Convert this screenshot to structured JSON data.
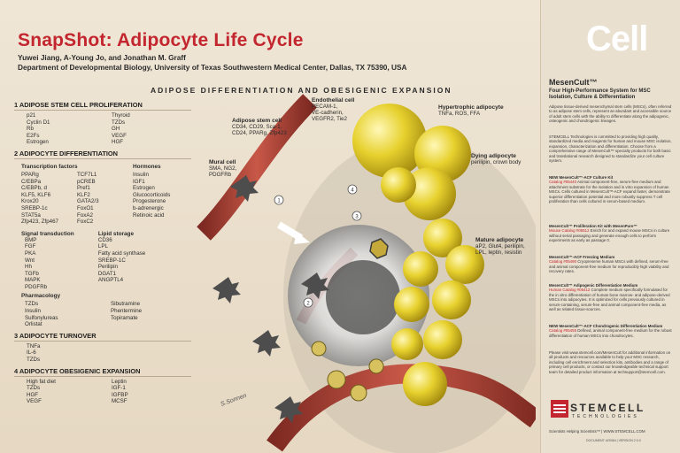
{
  "header": {
    "title": "SnapShot: Adipocyte Life Cycle",
    "authors": "Yuwei Jiang, A-Young Jo, and Jonathan M. Graff",
    "affiliation": "Department of Developmental Biology, University of Texas Southwestern Medical Center, Dallas, TX 75390, USA"
  },
  "banner": "ADIPOSE DIFFERENTIATION AND OBESIGENIC EXPANSION",
  "sections": {
    "s1": {
      "title": "1  ADIPOSE STEM CELL PROLIFERATION",
      "col1": [
        "p21",
        "Cyclin D1",
        "Rb",
        "E2Fs",
        "Estrogen"
      ],
      "col2": [
        "Thyroid",
        "TZDs",
        "GH",
        "VEGF",
        "HGF"
      ]
    },
    "s2": {
      "title": "2  ADIPOCYTE DIFFERENTIATION",
      "tf_head": "Transcription factors",
      "tf_col1": [
        "PPARg",
        "C/EBPa",
        "C/EBPb, d",
        "KLF5, KLF6",
        "Krox20",
        "SREBP-1c",
        "STAT5a",
        "Zfp423, Zfp467"
      ],
      "tf_col2": [
        "TCF7L1",
        "pCREB",
        "Pref1",
        "KLF2",
        "GATA2/3",
        "FoxO1",
        "FoxA2",
        "FoxC2"
      ],
      "horm_head": "Hormones",
      "horm": [
        "Insulin",
        "IGF1",
        "Estrogen",
        "Glucocorticoids",
        "Progesterone",
        "b-adrenergic",
        "Retinoic acid"
      ],
      "sig_head": "Signal transduction",
      "sig": [
        "BMP",
        "FGF",
        "PKA",
        "Wnt",
        "Hh",
        "TGFb",
        "MAPK",
        "PDGFRb"
      ],
      "lipid_head": "Lipid storage",
      "lipid": [
        "CD36",
        "LPL",
        "Fatty acid synthase",
        "SREBP-1C",
        "Perilipin",
        "DGAT1",
        "ANGPTL4"
      ],
      "pharm_head": "Pharmacology",
      "pharm_col1": [
        "TZDs",
        "Insulin",
        "Sulfonylureas",
        "Orlistat"
      ],
      "pharm_col2": [
        "Sibutramine",
        "Phentermine",
        "Topiramate"
      ]
    },
    "s3": {
      "title": "3  ADIPOCYTE TURNOVER",
      "items": [
        "TNFa",
        "IL-6",
        "TZDs"
      ]
    },
    "s4": {
      "title": "4  ADIPOCYTE OBESIGENIC EXPANSION",
      "col1": [
        "High fat diet",
        "TZDs",
        "HGF",
        "VEGF"
      ],
      "col2": [
        "Leptin",
        "IGF-1",
        "IGFBP",
        "MCSF"
      ]
    }
  },
  "figure_labels": {
    "endothelial": {
      "title": "Endothelial cell",
      "lines": [
        "PECAM-1,",
        "VE-cadherin,",
        "VEGFR2, Tie2"
      ]
    },
    "stem": {
      "title": "Adipose stem cell",
      "lines": [
        "CD34, CD29, Sca-1,",
        "CD24, PPARg, Zfp423"
      ]
    },
    "hypertrophic": {
      "title": "Hypertrophic adipocyte",
      "lines": [
        "TNFa, ROS, FFA"
      ]
    },
    "dying": {
      "title": "Dying adipocyte",
      "lines": [
        "perilipin, crown body"
      ]
    },
    "mural": {
      "title": "Mural cell",
      "lines": [
        "SMA, NG2,",
        "PDGFRb"
      ]
    },
    "mature": {
      "title": "Mature adipocyte",
      "lines": [
        "aP2, Glut4, perilipin,",
        "LPL, leptin, resistin"
      ]
    },
    "steps": [
      "1",
      "2",
      "3",
      "4"
    ],
    "signature": "S.Sonnen"
  },
  "right_panel": {
    "logo": "Cell",
    "product": "MesenCult™",
    "subtitle": "Four High-Performance System for MSC Isolation, Culture & Differentiation",
    "para1": "Adipose tissue-derived mesenchymal stem cells (MSCs), often referred to as adipose stem cells, represent an abundant and accessible source of adult stem cells with the ability to differentiate along the adipogenic, osteogenic and chondrogenic lineages.",
    "para2": "STEMCELL Technologies is committed to providing high quality, standardized media and reagents for human and mouse MSC isolation, expansion, characterization and differentiation. Choose from a comprehensive range of MesenCult™ specialty products for both basic and translational research designed to standardize your cell culture system.",
    "items": [
      {
        "head": "NEW MesenCult™-ACF Culture Kit",
        "cat": "Catalog #05440",
        "text": "Animal component-free, serum-free medium and attachment substrate for the isolation and in vitro expansion of human MSCs. Cells cultured in MesenCult™-ACF expand faster, demonstrate superior differentiation potential and more robustly suppress T cell proliferation than cells cultured in serum-based medium."
      },
      {
        "head": "MesenCult™ Proliferation Kit with MesenPure™",
        "cat": "Mouse Catalog #05512",
        "text": "Enrich for and expand mouse MSCs in culture without serial passaging and generate enough cells to perform experiments as early as passage 0."
      },
      {
        "head": "MesenCult™-ACF Freezing Medium",
        "cat": "Catalog #05490",
        "text": "Cryopreserve human MSCs with defined, serum-free and animal component-free medium for reproducibly high viability and recovery rates."
      },
      {
        "head": "MesenCult™ Adipogenic Differentiation Medium",
        "cat": "Human Catalog #05412",
        "text": "Complete medium specifically formulated for the in vitro differentiation of human bone marrow- and adipose-derived MSCs into adipocytes. It is optimized for cells previously cultured in serum-containing, serum-free and animal component-free media, as well as related tissue-sources."
      },
      {
        "head": "NEW MesenCult™-ACF Chondrogenic Differentiation Medium",
        "cat": "Catalog #05455",
        "text": "Defined, animal component-free medium for the robust differentiation of human MSCs into chondrocytes."
      }
    ],
    "closing": "Please visit www.stemcell.com/MesenCult for additional information on all products and resources available to help your MSC research, including cell enrichment and selection kits, antibodies and a range of primary cell products, or contact our knowledgeable technical support team for detailed product information at techsupport@stemcell.com.",
    "brand": "STEMCELL",
    "brand_sub": "TECHNOLOGIES",
    "tagline": "Scientists Helping Scientists™  |  WWW.STEMCELL.COM",
    "docnum": "DOCUMENT #29364  |  VERSION 2.0.0"
  },
  "colors": {
    "title": "#c3262e",
    "fat": "#e2cc2a",
    "vessel": "#b8473a",
    "cellpanel": "#e9e0cf"
  }
}
